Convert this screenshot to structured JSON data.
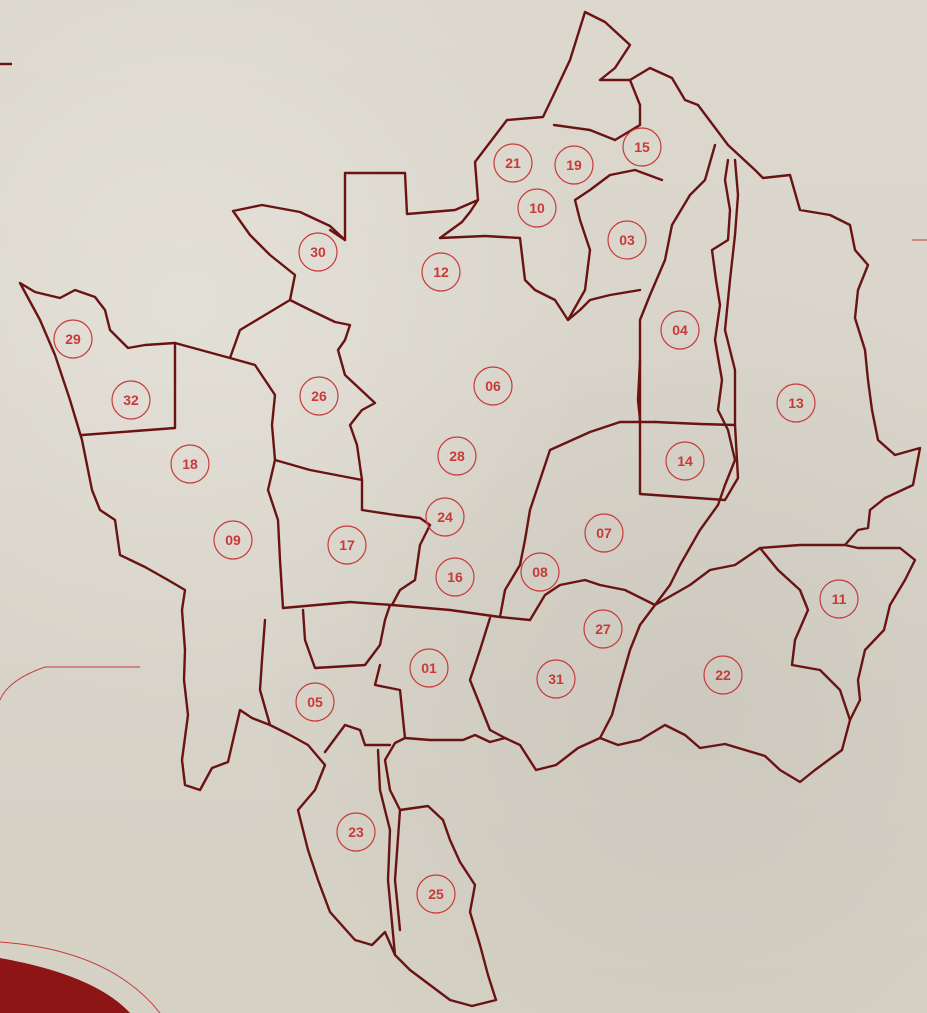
{
  "map": {
    "colors": {
      "background": "#d9d4c9",
      "boundary": "#6a1313",
      "label": "#c73a3a",
      "accent": "#8e1515"
    },
    "regions": [
      {
        "id": "01",
        "label": "01"
      },
      {
        "id": "03",
        "label": "03"
      },
      {
        "id": "04",
        "label": "04"
      },
      {
        "id": "05",
        "label": "05"
      },
      {
        "id": "06",
        "label": "06"
      },
      {
        "id": "07",
        "label": "07"
      },
      {
        "id": "08",
        "label": "08"
      },
      {
        "id": "09",
        "label": "09"
      },
      {
        "id": "10",
        "label": "10"
      },
      {
        "id": "11",
        "label": "11"
      },
      {
        "id": "12",
        "label": "12"
      },
      {
        "id": "13",
        "label": "13"
      },
      {
        "id": "14",
        "label": "14"
      },
      {
        "id": "15",
        "label": "15"
      },
      {
        "id": "16",
        "label": "16"
      },
      {
        "id": "17",
        "label": "17"
      },
      {
        "id": "18",
        "label": "18"
      },
      {
        "id": "19",
        "label": "19"
      },
      {
        "id": "21",
        "label": "21"
      },
      {
        "id": "22",
        "label": "22"
      },
      {
        "id": "23",
        "label": "23"
      },
      {
        "id": "24",
        "label": "24"
      },
      {
        "id": "25",
        "label": "25"
      },
      {
        "id": "26",
        "label": "26"
      },
      {
        "id": "27",
        "label": "27"
      },
      {
        "id": "28",
        "label": "28"
      },
      {
        "id": "29",
        "label": "29"
      },
      {
        "id": "30",
        "label": "30"
      },
      {
        "id": "31",
        "label": "31"
      },
      {
        "id": "32",
        "label": "32"
      }
    ]
  }
}
